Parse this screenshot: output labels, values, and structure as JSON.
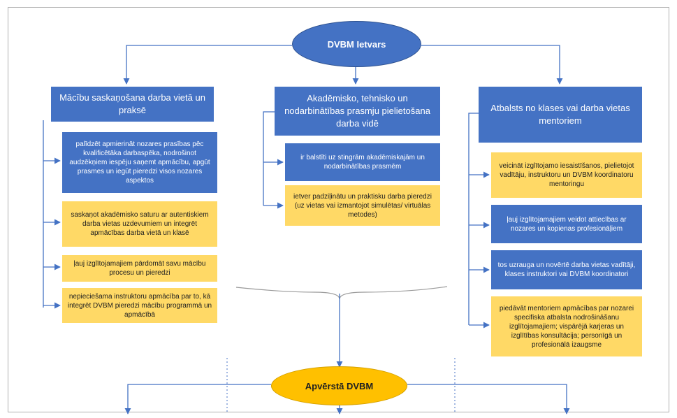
{
  "top_node": {
    "label": "DVBM Ietvars"
  },
  "bottom_node": {
    "label": "Apvērstā DVBM"
  },
  "columns": [
    {
      "header": "Mācību saskaņošana darba vietā un praksē",
      "items": [
        {
          "text": "palīdzēt apmierināt nozares prasības pēc kvalificētāka darbaspēka, nodrošinot audzēkņiem iespēju saņemt apmācību, apgūt prasmes un iegūt pieredzi visos nozares aspektos",
          "style": "blue"
        },
        {
          "text": "saskaņot akadēmisko saturu ar autentiskiem darba vietas uzdevumiem un integrēt apmācības darba vietā un klasē",
          "style": "yellow"
        },
        {
          "text": "ļauj izglītojamajiem pārdomāt savu mācību procesu un pieredzi",
          "style": "yellow"
        },
        {
          "text": "nepieciešama instruktoru apmācība par to, kā integrēt DVBM pieredzi mācību programmā un apmācībā",
          "style": "yellow"
        }
      ]
    },
    {
      "header": "Akadēmisko, tehnisko un nodarbinātības prasmju pielietošana darba vidē",
      "items": [
        {
          "text": "ir balstīti uz stingrām akadēmiskajām un nodarbinātības prasmēm",
          "style": "blue"
        },
        {
          "text": "ietver padziļinātu un praktisku darba pieredzi (uz vietas vai izmantojot simulētas/ virtuālas metodes)",
          "style": "yellow"
        }
      ]
    },
    {
      "header": "Atbalsts no klases vai darba vietas mentoriem",
      "items": [
        {
          "text": "veicināt izglītojamo iesaistīšanos, pielietojot vadītāju, instruktoru un DVBM koordinatoru mentoringu",
          "style": "yellow"
        },
        {
          "text": "ļauj izglītojamajiem veidot attiecības ar nozares un kopienas profesionāļiem",
          "style": "blue"
        },
        {
          "text": "tos uzrauga un novērtē darba vietas vadītāji, klases instruktori vai DVBM koordinatori",
          "style": "blue"
        },
        {
          "text": "piedāvāt mentoriem apmācības par nozarei specifiska atbalsta nodrošināšanu izglītojamajiem; vispārējā karjeras un izglītības konsultācija; personīgā un profesionālā izaugsme",
          "style": "yellow"
        }
      ]
    }
  ],
  "colors": {
    "blue": "#4472c4",
    "yellow": "#ffd966",
    "gold": "#ffc000",
    "line": "#4472c4"
  }
}
